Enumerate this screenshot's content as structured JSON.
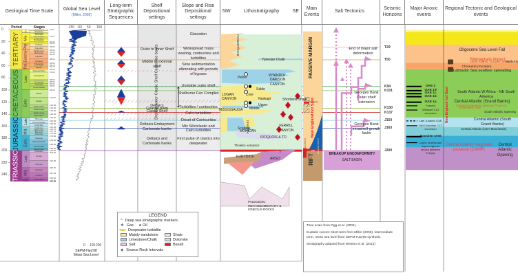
{
  "headers": {
    "time_scale": "Geological Time Scale",
    "sea_level": "Global Sea Level",
    "sea_level_ref": "(Miller, 2005)",
    "sequences": "Long-term Stratigraphic Sequences",
    "shelf": "Shelf Depositional settings",
    "slope": "Slope and Rise Depositional settings",
    "litho_nw": "NW",
    "litho": "Lithostratigraphy",
    "litho_se": "SE",
    "main_events": "Main Events",
    "salt": "Salt Tectonics",
    "seismic": "Seismic Horizons",
    "anoxic": "Major Anoxic events",
    "regional": "Regional Tectonic and Geological events"
  },
  "time_scale": {
    "col_period": "Period",
    "col_stages": "Stages",
    "age_ticks": [
      "0",
      "20",
      "40",
      "60",
      "80",
      "100",
      "120",
      "140",
      "160",
      "180",
      "200",
      "220",
      "240"
    ],
    "periods": [
      {
        "name": "TERTIARY",
        "from": 0,
        "to": 65.5,
        "color": "#f4e84a"
      },
      {
        "name": "CRETACEOUS",
        "from": 65.5,
        "to": 145.5,
        "color": "#7fc460"
      },
      {
        "name": "JURASSIC",
        "from": 145.5,
        "to": 199.6,
        "color": "#3ab8d8"
      },
      {
        "name": "TRIASSIC",
        "from": 199.6,
        "to": 251,
        "color": "#9c3a8c"
      }
    ],
    "epochs": [
      {
        "name": "Plio",
        "from": 0,
        "to": 5.3,
        "color": "#fdf59a"
      },
      {
        "name": "Mio.",
        "from": 5.3,
        "to": 23,
        "color": "#ffee30"
      },
      {
        "name": "Olig.",
        "from": 23,
        "to": 33.9,
        "color": "#fdc07a"
      },
      {
        "name": "Eocene",
        "from": 33.9,
        "to": 55.8,
        "color": "#fdb46c"
      },
      {
        "name": "Pal.",
        "from": 55.8,
        "to": 65.5,
        "color": "#fda75f"
      },
      {
        "name": "Late",
        "from": 65.5,
        "to": 99.6,
        "color": "#a6d84a"
      },
      {
        "name": "Early",
        "from": 99.6,
        "to": 145.5,
        "color": "#8ccd57"
      },
      {
        "name": "Late",
        "from": 145.5,
        "to": 161.2,
        "color": "#b3e3ee"
      },
      {
        "name": "Mid.",
        "from": 161.2,
        "to": 175.6,
        "color": "#80cfd8"
      },
      {
        "name": "Early",
        "from": 175.6,
        "to": 199.6,
        "color": "#42aed0"
      },
      {
        "name": "Late",
        "from": 199.6,
        "to": 228.7,
        "color": "#bd8cc3"
      },
      {
        "name": "Mid.",
        "from": 228.7,
        "to": 245.9,
        "color": "#b168b1"
      },
      {
        "name": "E.",
        "from": 245.9,
        "to": 251,
        "color": "#983999"
      }
    ],
    "stages": [
      {
        "name": "Pleistocene",
        "from": 0,
        "to": 1.8,
        "color": "#fff2ae"
      },
      {
        "name": "Zanclean",
        "from": 1.8,
        "to": 5.3,
        "color": "#ffff99"
      },
      {
        "name": "Messinian",
        "from": 5.3,
        "to": 7.2,
        "color": "#ffff73"
      },
      {
        "name": "Tortonian",
        "from": 7.2,
        "to": 11.6,
        "color": "#ffff66"
      },
      {
        "name": "Serravallian",
        "from": 11.6,
        "to": 13.8,
        "color": "#ffff59"
      },
      {
        "name": "Langhian",
        "from": 13.8,
        "to": 16,
        "color": "#ffff4d"
      },
      {
        "name": "Burdigalian",
        "from": 16,
        "to": 20.4,
        "color": "#ffff41"
      },
      {
        "name": "Aquitanian",
        "from": 20.4,
        "to": 23,
        "color": "#ffff33"
      },
      {
        "name": "Chattian",
        "from": 23,
        "to": 28.4,
        "color": "#fee6aa"
      },
      {
        "name": "Rupelian",
        "from": 28.4,
        "to": 33.9,
        "color": "#fed99a"
      },
      {
        "name": "Priabonian",
        "from": 33.9,
        "to": 37.2,
        "color": "#fdcda1"
      },
      {
        "name": "Bartonian",
        "from": 37.2,
        "to": 40.4,
        "color": "#fdc091"
      },
      {
        "name": "Lutetian",
        "from": 40.4,
        "to": 48.6,
        "color": "#fcb482"
      },
      {
        "name": "Ypresian",
        "from": 48.6,
        "to": 55.8,
        "color": "#fca773"
      },
      {
        "name": "Thanetian",
        "from": 55.8,
        "to": 58.7,
        "color": "#fdbf6f"
      },
      {
        "name": "Selandian",
        "from": 58.7,
        "to": 61.7,
        "color": "#fec07a"
      },
      {
        "name": "Danian",
        "from": 61.7,
        "to": 65.5,
        "color": "#fdb462"
      },
      {
        "name": "Maastrichtian",
        "from": 65.5,
        "to": 70.6,
        "color": "#f2fa8c"
      },
      {
        "name": "Campanian",
        "from": 70.6,
        "to": 83.5,
        "color": "#e6f47f"
      },
      {
        "name": "Santonian",
        "from": 83.5,
        "to": 85.8,
        "color": "#d9ef74"
      },
      {
        "name": "Coniacian",
        "from": 85.8,
        "to": 89.3,
        "color": "#ccea69"
      },
      {
        "name": "Turonian",
        "from": 89.3,
        "to": 93.5,
        "color": "#bfe35d"
      },
      {
        "name": "Cenomanian",
        "from": 93.5,
        "to": 99.6,
        "color": "#b3de53"
      },
      {
        "name": "Albian",
        "from": 99.6,
        "to": 112,
        "color": "#ccea97"
      },
      {
        "name": "Aptian",
        "from": 112,
        "to": 125,
        "color": "#bfe48a"
      },
      {
        "name": "Barremian",
        "from": 125,
        "to": 130,
        "color": "#b3df7f"
      },
      {
        "name": "Hauterivian",
        "from": 130,
        "to": 136.4,
        "color": "#a6d975"
      },
      {
        "name": "Valanginian",
        "from": 136.4,
        "to": 140.2,
        "color": "#99d36a"
      },
      {
        "name": "Berriasian",
        "from": 140.2,
        "to": 145.5,
        "color": "#8ccd60"
      },
      {
        "name": "Tithonian",
        "from": 145.5,
        "to": 150.8,
        "color": "#d9f1f7"
      },
      {
        "name": "Kimmeridgian",
        "from": 150.8,
        "to": 155.6,
        "color": "#ccecf4"
      },
      {
        "name": "Oxfordian",
        "from": 155.6,
        "to": 161.2,
        "color": "#bfe7f1"
      },
      {
        "name": "Callovian",
        "from": 161.2,
        "to": 164.7,
        "color": "#bfe7e5"
      },
      {
        "name": "Bathonian",
        "from": 164.7,
        "to": 167.7,
        "color": "#b3e2e3"
      },
      {
        "name": "Bajocian",
        "from": 167.7,
        "to": 171.6,
        "color": "#a6ddE0"
      },
      {
        "name": "Aalenian",
        "from": 171.6,
        "to": 175.6,
        "color": "#9ad9dd"
      },
      {
        "name": "Toarcian",
        "from": 175.6,
        "to": 183,
        "color": "#99cee3"
      },
      {
        "name": "Pliensbachian",
        "from": 183,
        "to": 189.6,
        "color": "#80c5dd"
      },
      {
        "name": "Sinemurian",
        "from": 189.6,
        "to": 196.5,
        "color": "#67bcd8"
      },
      {
        "name": "Hettangian",
        "from": 196.5,
        "to": 199.6,
        "color": "#4eb3d3"
      },
      {
        "name": "Rhaetian",
        "from": 199.6,
        "to": 203.6,
        "color": "#e3b9db"
      },
      {
        "name": "Norian",
        "from": 203.6,
        "to": 216.5,
        "color": "#d6aad3"
      },
      {
        "name": "Carnian",
        "from": 216.5,
        "to": 228.7,
        "color": "#c99bcb"
      },
      {
        "name": "Ladinian",
        "from": 228.7,
        "to": 237,
        "color": "#c983bf"
      },
      {
        "name": "Anisian",
        "from": 237,
        "to": 245.9,
        "color": "#bc75b7"
      },
      {
        "name": "Olenekian",
        "from": 245.9,
        "to": 251,
        "color": "#b051a5"
      }
    ],
    "stage_ages": [
      "0.00",
      "11.61",
      "20.43",
      "23.03",
      "28.40",
      "33.90",
      "37.20",
      "40.40",
      "48.60",
      "55.80",
      "58.70",
      "61.70",
      "65.50",
      "70.60",
      "83.50",
      "85.80",
      "89.30",
      "93.50",
      "99.60",
      "112.00",
      "125.00",
      "130.00",
      "133.90",
      "140.20",
      "145.50",
      "150.80",
      "155.60",
      "161.20",
      "164.70",
      "167.70",
      "171.60",
      "175.60",
      "183.00",
      "189.60",
      "196.50",
      "199.60",
      "203.60",
      "216.50",
      "228.70",
      "237.00",
      "245.90",
      "249.50",
      "251.00"
    ]
  },
  "sea_level": {
    "axis_top": [
      "-150",
      "-50",
      "50",
      "150"
    ],
    "axis_bottom": [
      "0",
      "100",
      "200"
    ],
    "label_bottom_1": "SEPM-Haq'08",
    "label_bottom_2": "Mean Sea Level"
  },
  "horizons": [
    {
      "name": "T29",
      "age": 29,
      "color": "#e8a0a8"
    },
    {
      "name": "T50",
      "age": 50,
      "color": "#d4a030"
    },
    {
      "name": "K94",
      "age": 94,
      "color": "#3aa055"
    },
    {
      "name": "K101",
      "age": 101,
      "color": "#8cc060"
    },
    {
      "name": "K130",
      "age": 130,
      "color": "#8cba40"
    },
    {
      "name": "K137",
      "age": 137,
      "color": "#d03030"
    },
    {
      "name": "J150",
      "age": 150,
      "color": "#60c8d8"
    },
    {
      "name": "J163",
      "age": 163,
      "color": "#5070c0"
    },
    {
      "name": "J200",
      "age": 200,
      "color": "#9040a0"
    }
  ],
  "shelf": [
    {
      "text": "Outer to Inner Shelf",
      "age": 35
    },
    {
      "text": "Middle to external shelf",
      "age": 56
    },
    {
      "text": "Shallow water Clastic Shelf Carbonate banks",
      "age": 100,
      "vertical": true
    },
    {
      "text": "Deltaics",
      "age": 128
    },
    {
      "text": "Coastal plain",
      "age": 133
    },
    {
      "text": "Clastic Shelf",
      "age": 137
    },
    {
      "text": "Deltaics Embayment Carbonate banks",
      "age": 159
    },
    {
      "text": "Deltaics and Carbonate banks",
      "age": 183
    }
  ],
  "slope": [
    {
      "text": "Glaciation",
      "age": 10
    },
    {
      "text": "Widespread mass wasting, contourites and turbidites",
      "age": 34
    },
    {
      "text": "Slow sedimentation alternating with periods of bypass",
      "age": 60
    },
    {
      "text": "Unstable outer shelf",
      "age": 96
    },
    {
      "text": "Shelburne Fan Complex",
      "age": 108
    },
    {
      "text": "Turbidites / contourites",
      "age": 131
    },
    {
      "text": "Calci-turbidities",
      "age": 141
    },
    {
      "text": "Onset of Contourites",
      "age": 152
    },
    {
      "text": "Mix Siliciclastic and Calci-turbidites",
      "age": 162
    },
    {
      "text": "First pulse of clastics into deepwater",
      "age": 183
    }
  ],
  "litho_labels": [
    {
      "text": "BANQUEREAU",
      "kind": "vert"
    },
    {
      "text": "Ypresian Chalk"
    },
    {
      "text": "WYANDOT"
    },
    {
      "text": "DAWSON CANYON"
    },
    {
      "text": "Petrel"
    },
    {
      "text": "Sable"
    },
    {
      "text": "Naskapi"
    },
    {
      "text": "Cree"
    },
    {
      "text": "LOGAN CANYON"
    },
    {
      "text": "Shortland Shale"
    },
    {
      "text": "Upper"
    },
    {
      "text": "Middle"
    },
    {
      "text": "MISSISSAUGA"
    },
    {
      "text": "ABENAKI",
      "kind": "vert"
    },
    {
      "text": "Scatarie"
    },
    {
      "text": "MOHICAN"
    },
    {
      "text": "VERRILL CANYON"
    },
    {
      "text": "IROQUOIS & TD"
    },
    {
      "text": "Tholeitic volcanics"
    },
    {
      "text": "ARGO"
    },
    {
      "text": "EURYDICE"
    },
    {
      "text": "?"
    },
    {
      "text": "PALEOZOIC METASEDIMENTARY & IGNEOUS ROCKS"
    }
  ],
  "main_events": {
    "passive_margin": "PASSIVE MARGIN",
    "new_england": "New England hot Spot",
    "volcanics": "Volcanics",
    "camp": "CAMP VOLCANICS",
    "oceanic": "OCEANIC CRUST",
    "sdr": "SDR",
    "rift": "RIFT"
  },
  "salt": {
    "end_major": "End of major salt deformation",
    "georges_outer": "Georges Bank Outer shelf extension",
    "georges_intra": "Georges Bank intrashelf growth faults",
    "breakup": "BREAKUP UNCONFORMITY",
    "salt_basin": "SALT BASIN"
  },
  "anoxic": [
    {
      "name": "OAE 2",
      "age": 94,
      "bold": true
    },
    {
      "name": "OAE 1d",
      "age": 101,
      "bold": true
    },
    {
      "name": "OAE 1c",
      "age": 106,
      "bold": true
    },
    {
      "name": "OAE 1b",
      "age": 111,
      "bold": true
    },
    {
      "name": "OAE 1a",
      "age": 120,
      "bold": true
    },
    {
      "name": "Faraoni",
      "age": 126,
      "bold": false
    },
    {
      "name": "Weissert C13 excursion",
      "age": 133,
      "bold": false
    },
    {
      "name": "Late Jurassic OAE",
      "age": 151,
      "bold": false
    },
    {
      "name": "Mid Oxfordian C13 excursion",
      "age": 159,
      "bold": false
    },
    {
      "name": "Toarcien OAE",
      "age": 177,
      "bold": true
    },
    {
      "name": "Upper Sinemurian supra regional anoxia (western Tethys)",
      "age": 187,
      "bold": false
    }
  ],
  "regional": {
    "new_england_hotspot": "New England hot Spot",
    "events": [
      {
        "text": "Oligocene Sea Level Fall",
        "age": 35,
        "color": "#222"
      },
      {
        "text": "Montagnais impact",
        "age": 51,
        "color": "#e03a20"
      },
      {
        "text": "North Atlantic Volcanic province",
        "age": 55,
        "color": "#c05020"
      },
      {
        "text": "North Atlantic Opening",
        "age": 55,
        "color": "#222"
      },
      {
        "text": "Chicxulub (Yucatan)",
        "age": 64,
        "color": "#222"
      },
      {
        "text": "Labrador Sea seafloor spreading",
        "age": 69,
        "color": "#222"
      },
      {
        "text": "South Atlantic W Africa - NE South America",
        "age": 105,
        "color": "#222"
      },
      {
        "text": "Central Atlantic (Grand Banks)",
        "age": 120,
        "color": "#222"
      },
      {
        "text": "Panama Etendeka Igneous Province",
        "age": 127,
        "color": "#d06030"
      },
      {
        "text": "Greenland Trap",
        "age": 131,
        "color": "#d06030"
      },
      {
        "text": "South Atlantic Opening",
        "age": 137,
        "color": "#222"
      },
      {
        "text": "Central Atlantic (South Grand Banks)",
        "age": 150,
        "color": "#222"
      },
      {
        "text": "Central Atlantic (USA-Mauritania)",
        "age": 166,
        "color": "#222"
      },
      {
        "text": "Central Atlantic magmatic province (CAMP)",
        "age": 192,
        "color": "#e03a50"
      },
      {
        "text": "Central Atlantic Opening",
        "age": 192,
        "color": "#222"
      }
    ]
  },
  "legend": {
    "title": "LEGEND",
    "items": [
      {
        "icon": "deep-sea-marker",
        "label": "Deep sea stratigraphic markers"
      },
      {
        "icon": "gas",
        "label": "Gas"
      },
      {
        "icon": "oil",
        "label": "Oil"
      },
      {
        "icon": "turbidite",
        "label": "Deepwater turbidite"
      },
      {
        "label": "Mainly sandstone",
        "color": "#f8ea8c"
      },
      {
        "label": "Shale",
        "color": "#d8efd8"
      },
      {
        "label": "Limestone/Chalk",
        "color": "#9fd2e8"
      },
      {
        "label": "Dolomite",
        "color": "#dcdcf0"
      },
      {
        "label": "Salt",
        "color": "#f4c8e4"
      },
      {
        "label": "Basalt",
        "color": "#e02020"
      },
      {
        "icon": "source-rock",
        "label": "Source Rock Intervals"
      }
    ]
  },
  "notes": [
    "Time scale from Ogg et al. (2004).",
    "Eustatic curves: short-term from Miller (2005); intermediate term, mean sea level from SEPM-Haq'08 synthetic.",
    "Stratigraphy adapted from Weston et al. (2012)"
  ]
}
